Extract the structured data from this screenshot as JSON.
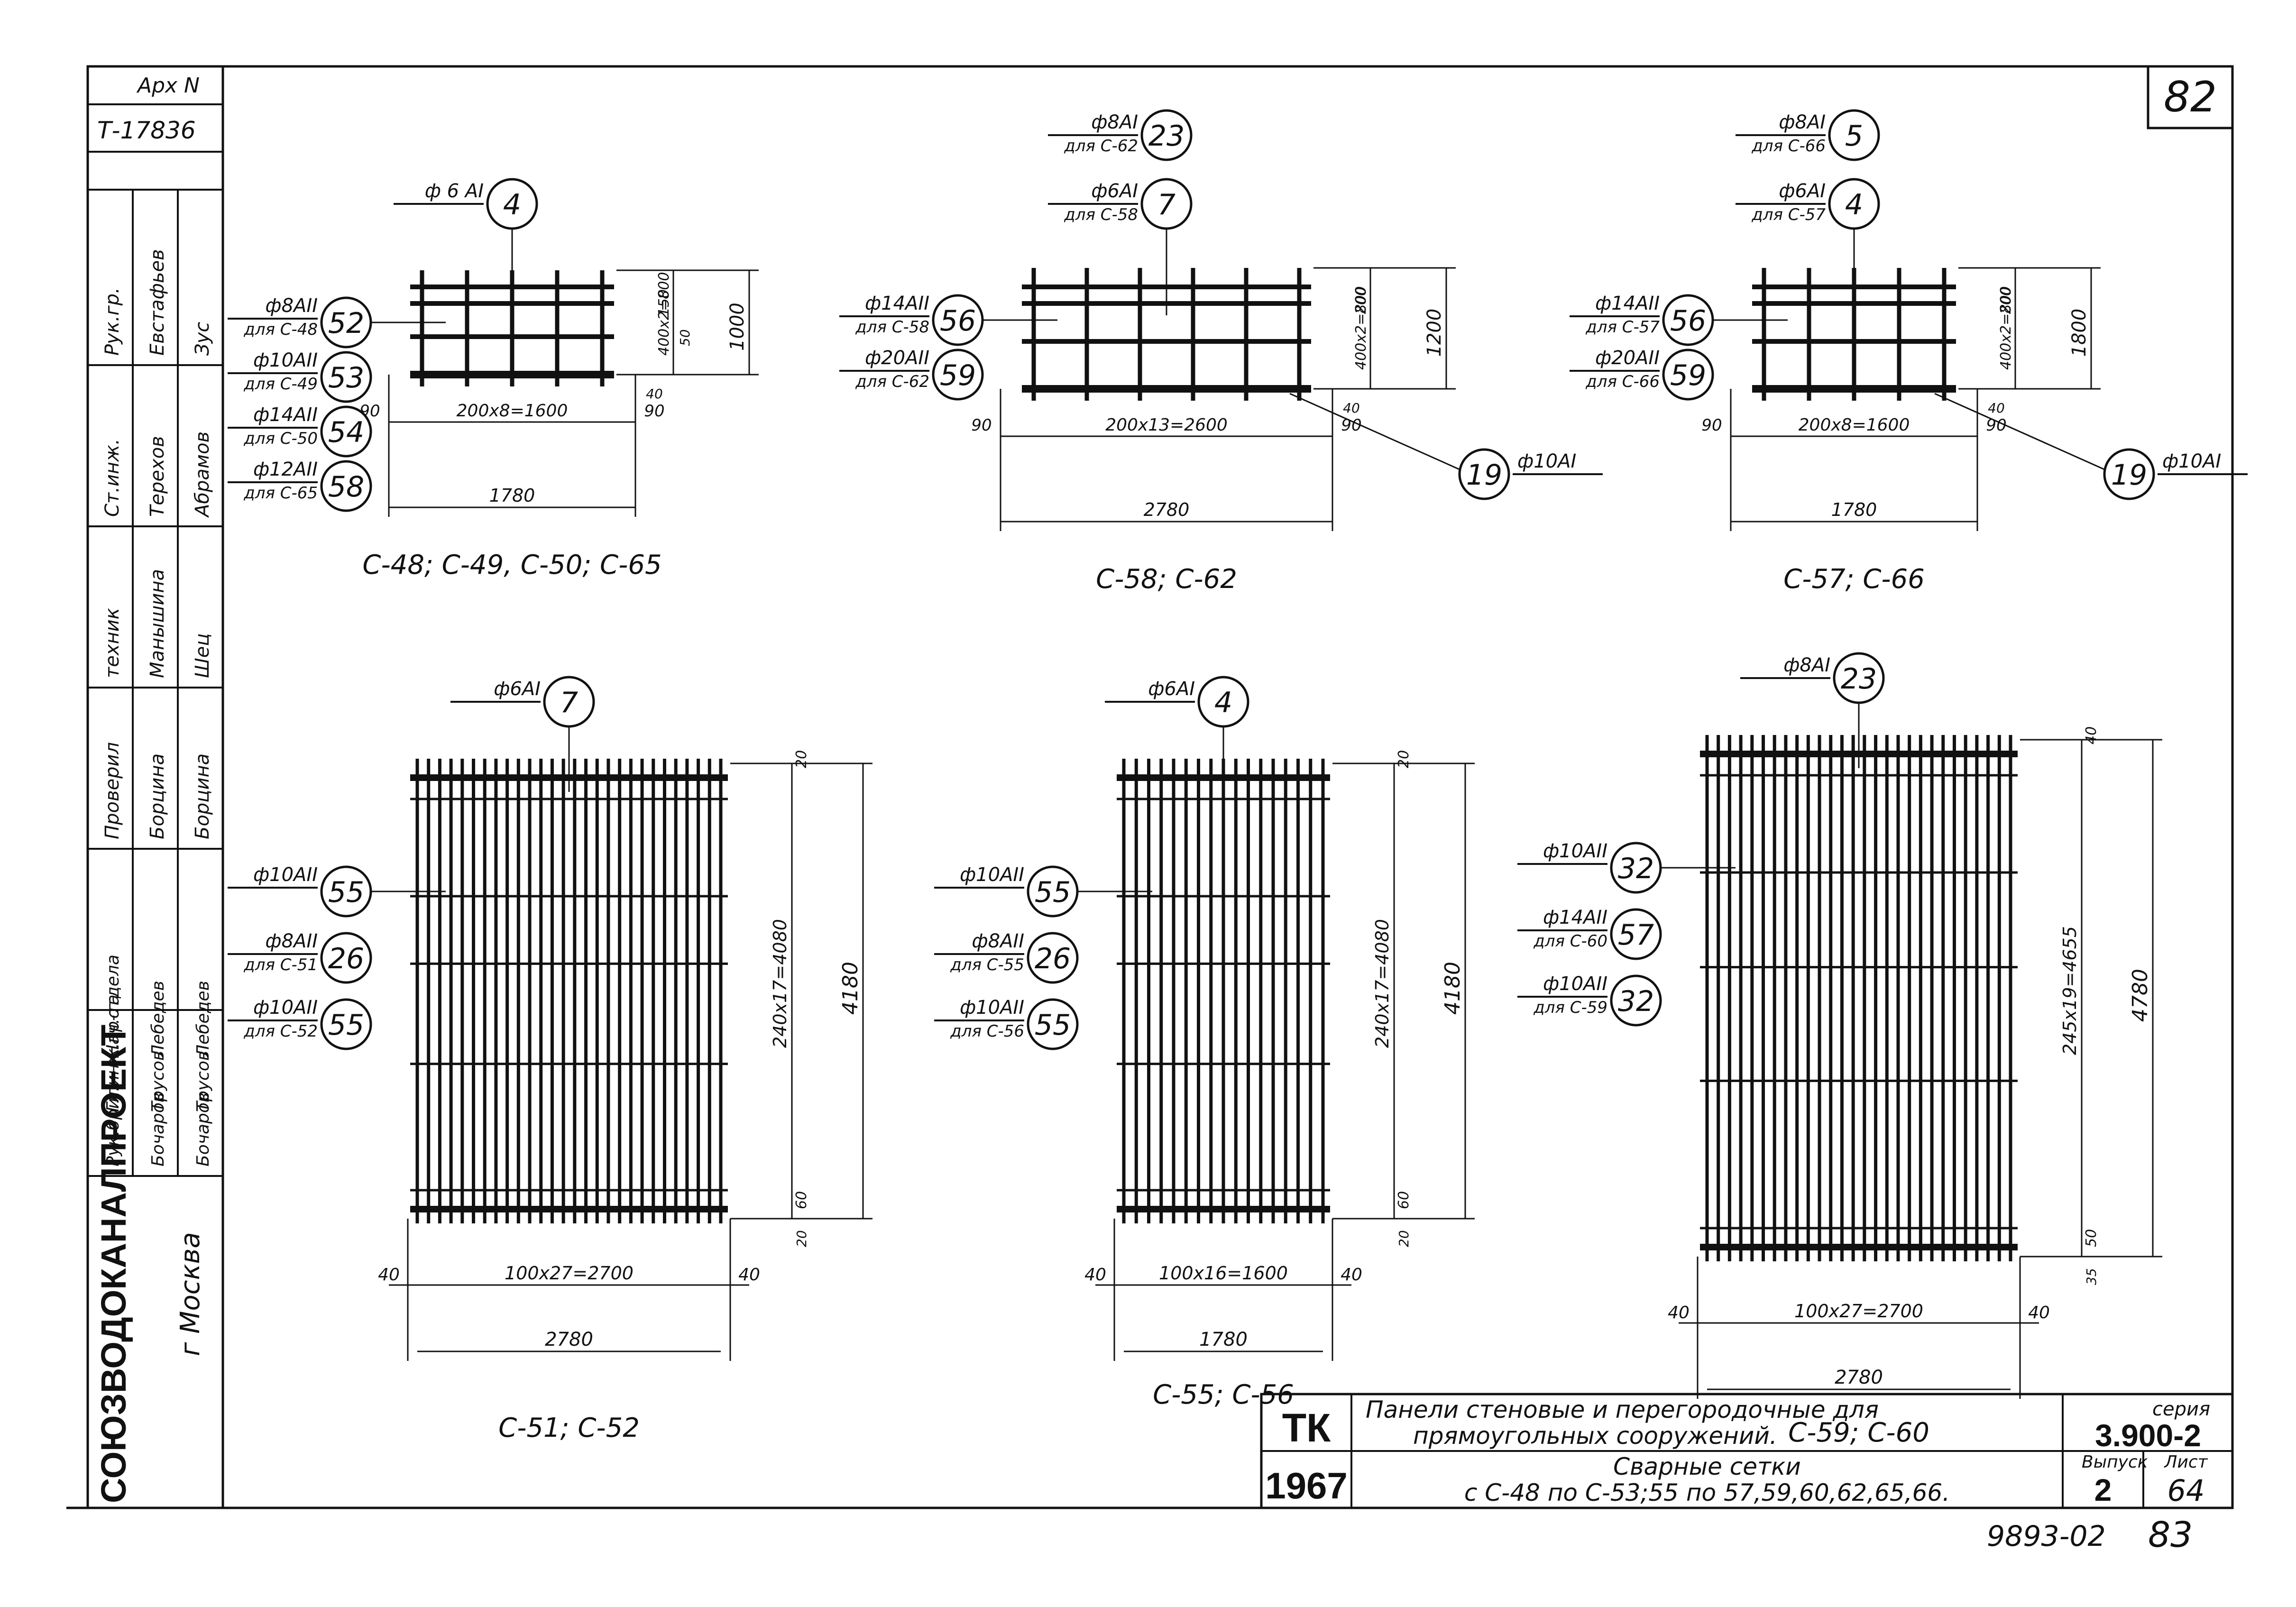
{
  "sheet": {
    "archive_no_label": "Арх N",
    "archive_no": "Т-17836",
    "sheet_corner_no": "82",
    "bottom_code": "9893-02",
    "bottom_page": "83"
  },
  "side_stamp": {
    "org": "СОЮЗВОДОКАНАЛПРОЕКТ",
    "city": "г Москва",
    "rows": [
      {
        "role": "Рук.гр.",
        "name": "Евстафьев",
        "sign": "Зус"
      },
      {
        "role": "Ст.инж.",
        "name": "Терехов",
        "sign": "Абрамов"
      },
      {
        "role": "техник",
        "name": "Манышина",
        "sign": "Шец"
      },
      {
        "role": "Проверил",
        "name": "Борцина",
        "sign": "Борцина"
      },
      {
        "role": "Нач.отдела",
        "name": "Лебедев",
        "sign": "Лебедев"
      },
      {
        "role": "Гл.инж.пр-та",
        "name": "Трусов",
        "sign": "Трусов"
      },
      {
        "role": "Рук.бриг.",
        "name": "Бочаров",
        "sign": "Бочаров"
      }
    ]
  },
  "title_block": {
    "tk": "ТК",
    "year": "1967",
    "line1": "Панели стеновые и перегородочные для",
    "line2": "прямоугольных сооружений.",
    "line3": "Сварные сетки",
    "line4": "с С-48 по С-53;55 по 57,59,60,62,65,66.",
    "series_label": "серия",
    "series": "3.900-2",
    "issue_label": "Выпуск",
    "issue": "2",
    "sheet_label": "Лист",
    "sheet": "64"
  },
  "meshes": [
    {
      "id": "m1",
      "caption": "С-48; С-49, С-50; С-65",
      "top": {
        "bar": "ф 6 АI",
        "mark": "4"
      },
      "callouts": [
        {
          "bar": "ф8АII",
          "note": "для С-48",
          "mark": "52"
        },
        {
          "bar": "ф10АII",
          "note": "для С-49",
          "mark": "53"
        },
        {
          "bar": "ф14АII",
          "note": "для С-50",
          "mark": "54"
        },
        {
          "bar": "ф12АII",
          "note": "для С-65",
          "mark": "58"
        }
      ],
      "dims": {
        "left": "90",
        "right": "90",
        "pitch": "200х8=1600",
        "overall": "1780",
        "v_top": "150",
        "v_pitch": "400х2=800",
        "v_bottom": "50",
        "v_edge": "40",
        "v_total": "1000"
      }
    },
    {
      "id": "m2",
      "caption": "С-58; С-62",
      "top": {
        "bar": "ф8АI",
        "note": "для С-62",
        "mark": "23",
        "bar2": "ф6АI",
        "note2": "для С-58",
        "mark2": "7"
      },
      "callouts": [
        {
          "bar": "ф14АII",
          "note": "для С-58",
          "mark": "56"
        },
        {
          "bar": "ф20АII",
          "note": "для С-62",
          "mark": "59"
        }
      ],
      "side": {
        "bar": "ф10АI",
        "mark": "19"
      },
      "dims": {
        "left": "90",
        "right": "90",
        "pitch": "200х13=2600",
        "overall": "2780",
        "v_top": "200",
        "v_pitch": "400х2=800",
        "v_edge": "40",
        "v_total": "1200"
      }
    },
    {
      "id": "m3",
      "caption": "С-57; С-66",
      "top": {
        "bar": "ф8АI",
        "note": "для С-66",
        "mark": "5",
        "bar2": "ф6АI",
        "note2": "для С-57",
        "mark2": "4"
      },
      "callouts": [
        {
          "bar": "ф14АII",
          "note": "для С-57",
          "mark": "56"
        },
        {
          "bar": "ф20АII",
          "note": "для С-66",
          "mark": "59"
        }
      ],
      "side": {
        "bar": "ф10АI",
        "mark": "19"
      },
      "dims": {
        "left": "90",
        "right": "90",
        "pitch": "200х8=1600",
        "overall": "1780",
        "v_top": "200",
        "v_pitch": "400х2=800",
        "v_edge": "40",
        "v_total": "1800"
      }
    },
    {
      "id": "m4",
      "caption": "С-51; С-52",
      "top": {
        "bar": "ф6АI",
        "mark": "7"
      },
      "callouts": [
        {
          "bar": "ф10АII",
          "note": "",
          "mark": "55"
        },
        {
          "bar": "ф8АII",
          "note": "для С-51",
          "mark": "26"
        },
        {
          "bar": "ф10АII",
          "note": "для С-52",
          "mark": "55"
        }
      ],
      "dims": {
        "left": "40",
        "right": "40",
        "pitch": "100х27=2700",
        "overall": "2780",
        "v_top": "20",
        "v_pitch": "240х17=4080",
        "v_bottom": "60",
        "v_edge": "20",
        "v_total": "4180"
      }
    },
    {
      "id": "m5",
      "caption": "С-55; С-56",
      "top": {
        "bar": "ф6АI",
        "mark": "4"
      },
      "callouts": [
        {
          "bar": "ф10АII",
          "note": "",
          "mark": "55"
        },
        {
          "bar": "ф8АII",
          "note": "для С-55",
          "mark": "26"
        },
        {
          "bar": "ф10АII",
          "note": "для С-56",
          "mark": "55"
        }
      ],
      "dims": {
        "left": "40",
        "right": "40",
        "pitch": "100х16=1600",
        "overall": "1780",
        "v_top": "20",
        "v_pitch": "240х17=4080",
        "v_bottom": "60",
        "v_edge": "20",
        "v_total": "4180"
      }
    },
    {
      "id": "m6",
      "caption": "С-59; С-60",
      "top": {
        "bar": "ф8АI",
        "mark": "23"
      },
      "callouts": [
        {
          "bar": "ф10АII",
          "note": "",
          "mark": "32"
        },
        {
          "bar": "ф14АII",
          "note": "для С-60",
          "mark": "57"
        },
        {
          "bar": "ф10АII",
          "note": "для С-59",
          "mark": "32"
        }
      ],
      "dims": {
        "left": "40",
        "right": "40",
        "pitch": "100х27=2700",
        "overall": "2780",
        "v_top": "40",
        "v_pitch": "245х19=4655",
        "v_bottom": "50",
        "v_edge": "35",
        "v_total": "4780"
      }
    }
  ]
}
